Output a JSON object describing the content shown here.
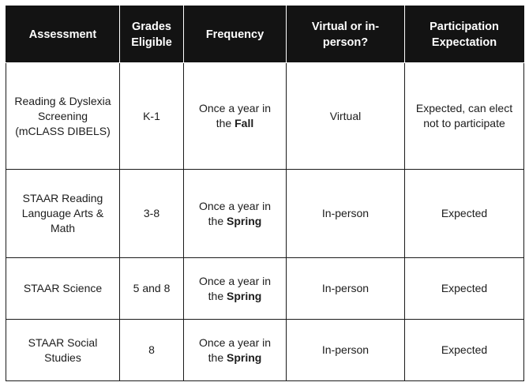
{
  "table": {
    "headers": [
      "Assessment",
      "Grades Eligible",
      "Frequency",
      "Virtual or in-person?",
      "Participation Expectation"
    ],
    "rows": [
      {
        "assessment": "Reading & Dyslexia Screening (mCLASS DIBELS)",
        "grades": "K-1",
        "frequency_prefix": "Once a year in the ",
        "frequency_season": "Fall",
        "mode": "Virtual",
        "expectation": "Expected, can elect not to participate"
      },
      {
        "assessment": "STAAR Reading Language Arts & Math",
        "grades": "3-8",
        "frequency_prefix": "Once a year in the ",
        "frequency_season": "Spring",
        "mode": "In-person",
        "expectation": "Expected"
      },
      {
        "assessment": "STAAR Science",
        "grades": "5 and 8",
        "frequency_prefix": "Once a year in the ",
        "frequency_season": "Spring",
        "mode": "In-person",
        "expectation": "Expected"
      },
      {
        "assessment": "STAAR Social Studies",
        "grades": "8",
        "frequency_prefix": "Once a year in the ",
        "frequency_season": "Spring",
        "mode": "In-person",
        "expectation": "Expected"
      }
    ]
  },
  "colors": {
    "header_bg": "#131313",
    "header_text": "#ffffff",
    "border": "#1a1a1a",
    "body_text": "#1c1c1c"
  }
}
